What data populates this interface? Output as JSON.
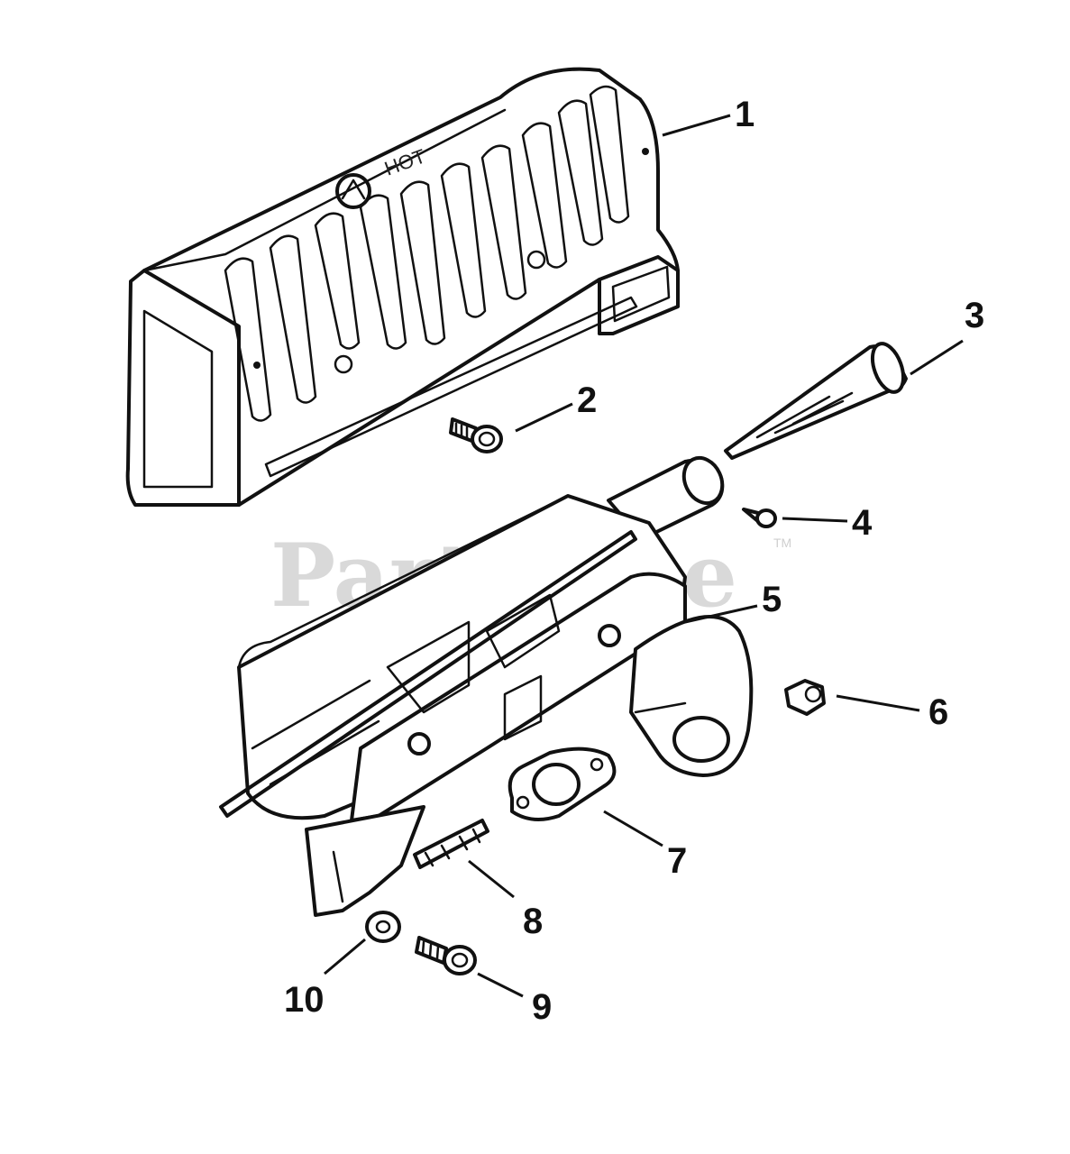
{
  "watermark": {
    "text": "PartsTree",
    "trademark": "TM"
  },
  "heat_shield_marking": "HOT",
  "colors": {
    "line": "#111111",
    "watermark": "#d9d9d9",
    "background": "#ffffff"
  },
  "callouts": [
    {
      "label": "1",
      "part": "heat-shield"
    },
    {
      "label": "2",
      "part": "shield-screw"
    },
    {
      "label": "3",
      "part": "spark-arrester-screen"
    },
    {
      "label": "4",
      "part": "screen-screw"
    },
    {
      "label": "5",
      "part": "muffler"
    },
    {
      "label": "6",
      "part": "hex-nut"
    },
    {
      "label": "7",
      "part": "exhaust-gasket"
    },
    {
      "label": "8",
      "part": "stud"
    },
    {
      "label": "9",
      "part": "bracket-screw"
    },
    {
      "label": "10",
      "part": "washer"
    }
  ]
}
